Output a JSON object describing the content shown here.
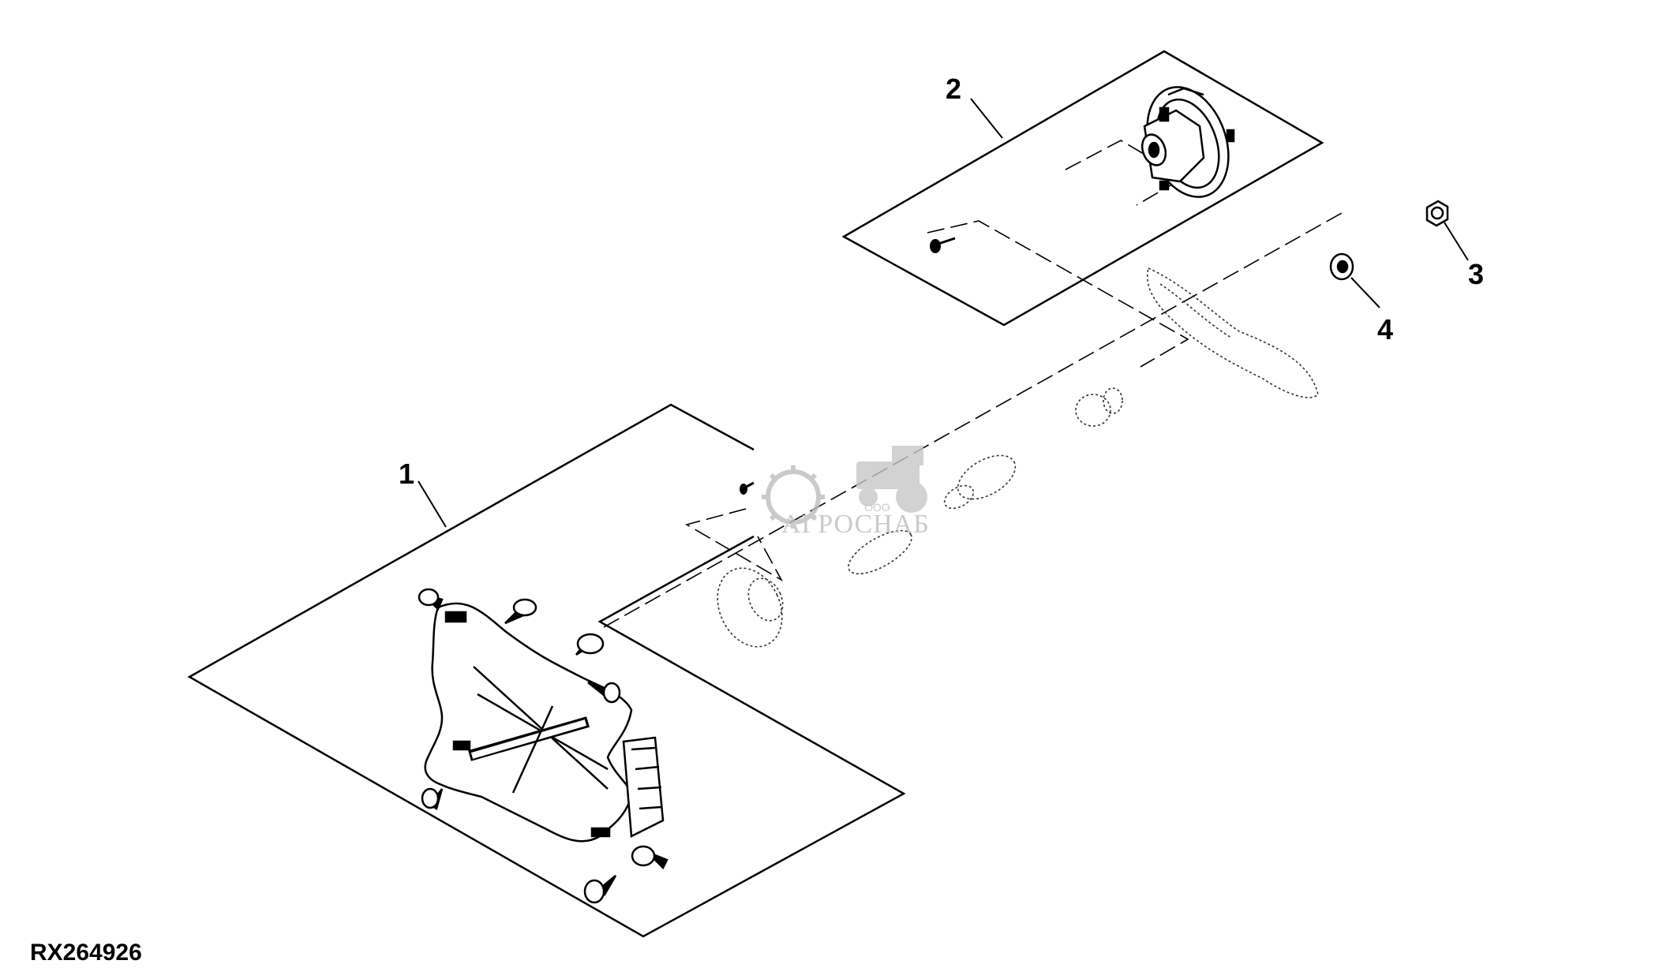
{
  "figure_id": "RX264926",
  "callouts": [
    "1",
    "2",
    "3",
    "4"
  ],
  "watermark": {
    "brand": "АГРОСНАБ",
    "small": "ООО",
    "color": "#bdbdbd"
  },
  "colors": {
    "line": "#000000",
    "phantom": "#333333",
    "background": "#ffffff"
  },
  "icons": [
    "gear-logo-icon",
    "tractor-logo-icon"
  ]
}
